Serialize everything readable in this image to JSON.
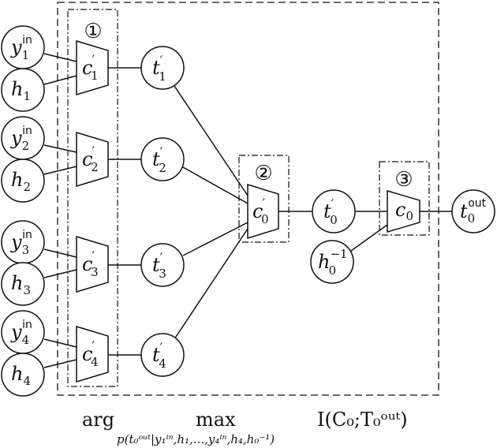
{
  "nodes": {
    "y1in": {
      "base": "y",
      "sub": "1",
      "sup": "in"
    },
    "h1": {
      "base": "h",
      "sub": "1",
      "sup": ""
    },
    "y2in": {
      "base": "y",
      "sub": "2",
      "sup": "in"
    },
    "h2": {
      "base": "h",
      "sub": "2",
      "sup": ""
    },
    "y3in": {
      "base": "y",
      "sub": "3",
      "sup": "in"
    },
    "h3": {
      "base": "h",
      "sub": "3",
      "sup": ""
    },
    "y4in": {
      "base": "y",
      "sub": "4",
      "sup": "in"
    },
    "h4": {
      "base": "h",
      "sub": "4",
      "sup": ""
    },
    "t1p": {
      "base": "t",
      "sub": "1",
      "sup": "′"
    },
    "t2p": {
      "base": "t",
      "sub": "2",
      "sup": "′"
    },
    "t3p": {
      "base": "t",
      "sub": "3",
      "sup": "′"
    },
    "t4p": {
      "base": "t",
      "sub": "4",
      "sup": "′"
    },
    "t0p": {
      "base": "t",
      "sub": "0",
      "sup": "′"
    },
    "h0m1": {
      "base": "h",
      "sub": "0",
      "sup": "−1"
    },
    "t0out": {
      "base": "t",
      "sub": "0",
      "sup": "out"
    }
  },
  "blocks": {
    "c1": {
      "base": "c",
      "sub": "1",
      "sup": "′"
    },
    "c2": {
      "base": "c",
      "sub": "2",
      "sup": "′"
    },
    "c3": {
      "base": "c",
      "sub": "3",
      "sup": "′"
    },
    "c4": {
      "base": "c",
      "sub": "4",
      "sup": "′"
    },
    "c0p": {
      "base": "c",
      "sub": "0",
      "sup": "′"
    },
    "c0": {
      "base": "c",
      "sub": "0",
      "sup": ""
    }
  },
  "group_numbers": {
    "g1": "①",
    "g2": "②",
    "g3": "③"
  },
  "formula": {
    "arg": "arg",
    "max": "max",
    "constraint": "p(t₀ᵒᵘᵗ|y₁ⁱⁿ,h₁,...,y₄ⁱⁿ,h₄,h₀⁻¹)",
    "objective": "I(C₀;T₀ᵒᵘᵗ)"
  }
}
